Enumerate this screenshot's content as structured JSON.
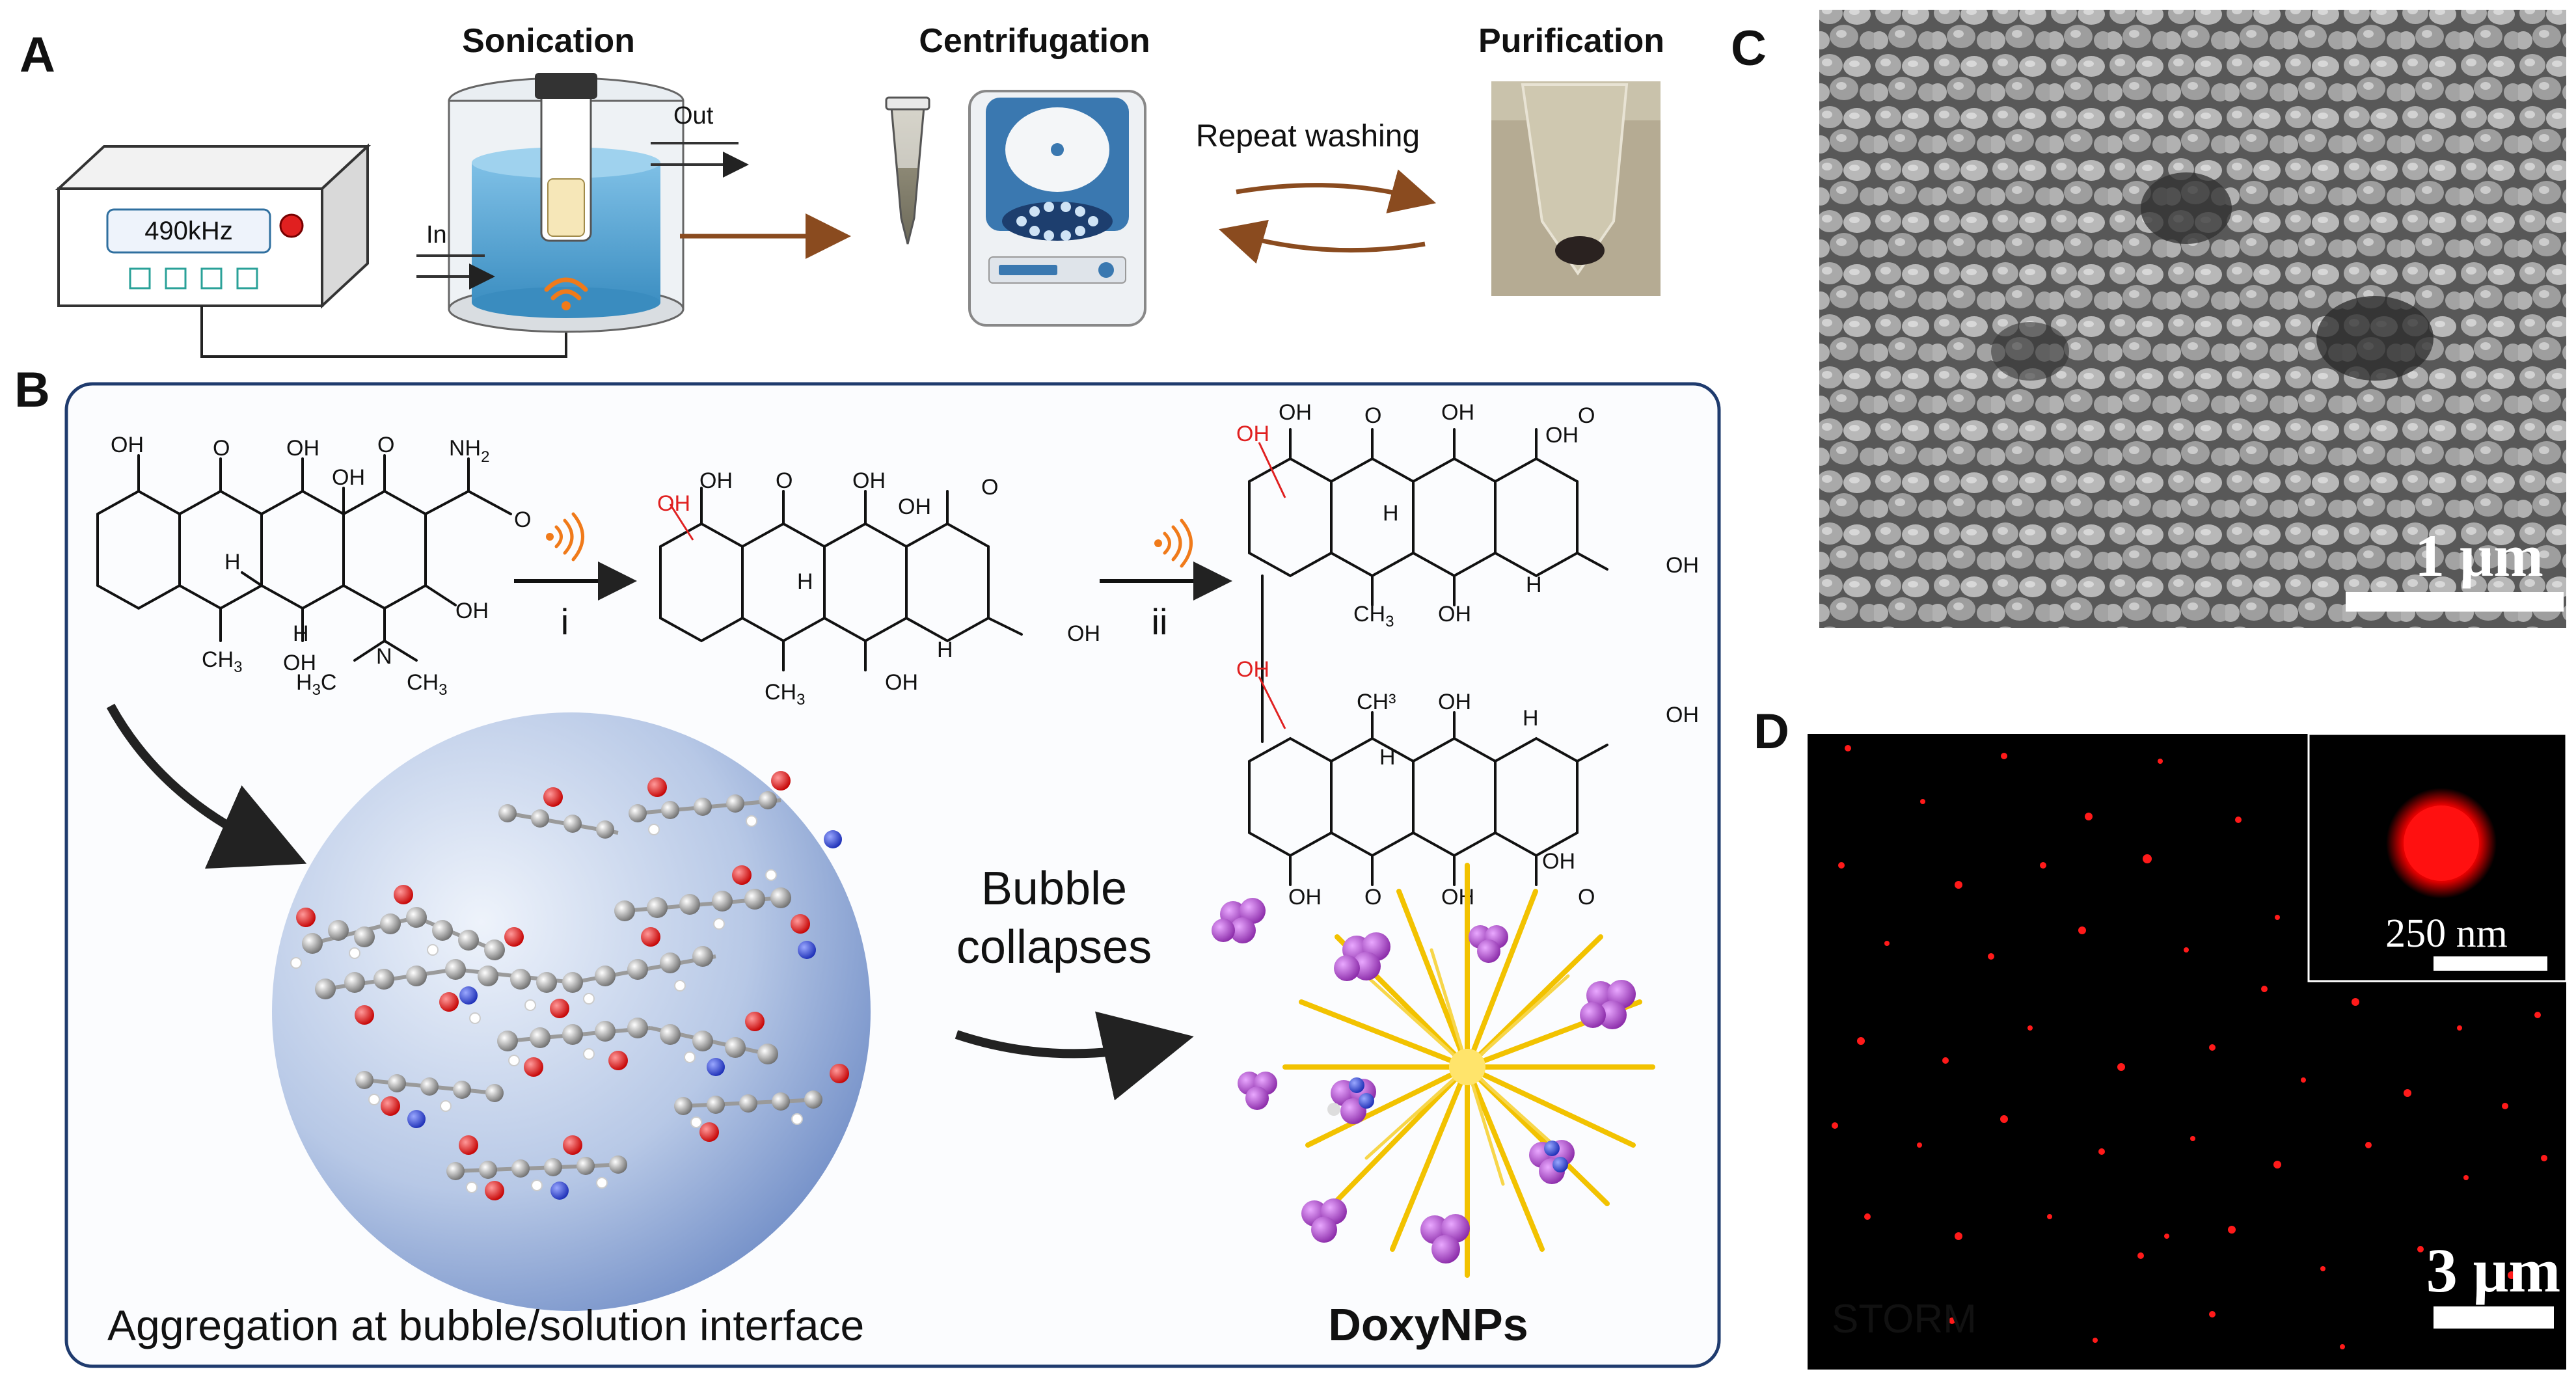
{
  "panels": {
    "a": "A",
    "b": "B",
    "c": "C",
    "d": "D"
  },
  "panel_a": {
    "steps": {
      "sonication": "Sonication",
      "centrifugation": "Centrifugation",
      "purification": "Purification"
    },
    "generator_display": "490kHz",
    "flow_in": "In",
    "flow_out": "Out",
    "repeat_label": "Repeat washing"
  },
  "panel_b": {
    "step_i": "i",
    "step_ii": "ii",
    "bubble_line1": "Bubble",
    "bubble_line2": "collapses",
    "aggregation_caption": "Aggregation at bubble/solution interface",
    "product_label": "DoxyNPs",
    "chem_labels": {
      "oh": "OH",
      "o": "O",
      "h": "H",
      "nh2": "NH",
      "two": "2",
      "ch3": "CH",
      "three": "3",
      "ch3_alt": "CH³",
      "n": "N",
      "h3c": "H",
      "c": "C"
    }
  },
  "panel_c": {
    "scale_bar": "1 μm"
  },
  "panel_d": {
    "scale_bar": "3 μm",
    "inset_scale": "250 nm",
    "method_label": "STORM"
  },
  "colors": {
    "arrow_brown": "#8a4b1f",
    "water_blue": "#5fa8d3",
    "sem_gray": "#8c8c8c",
    "storm_red": "#ff1a1a",
    "np_yellow": "#f2c200",
    "np_purple": "#b34fd6",
    "panel_b_border": "#1f3b6e"
  }
}
